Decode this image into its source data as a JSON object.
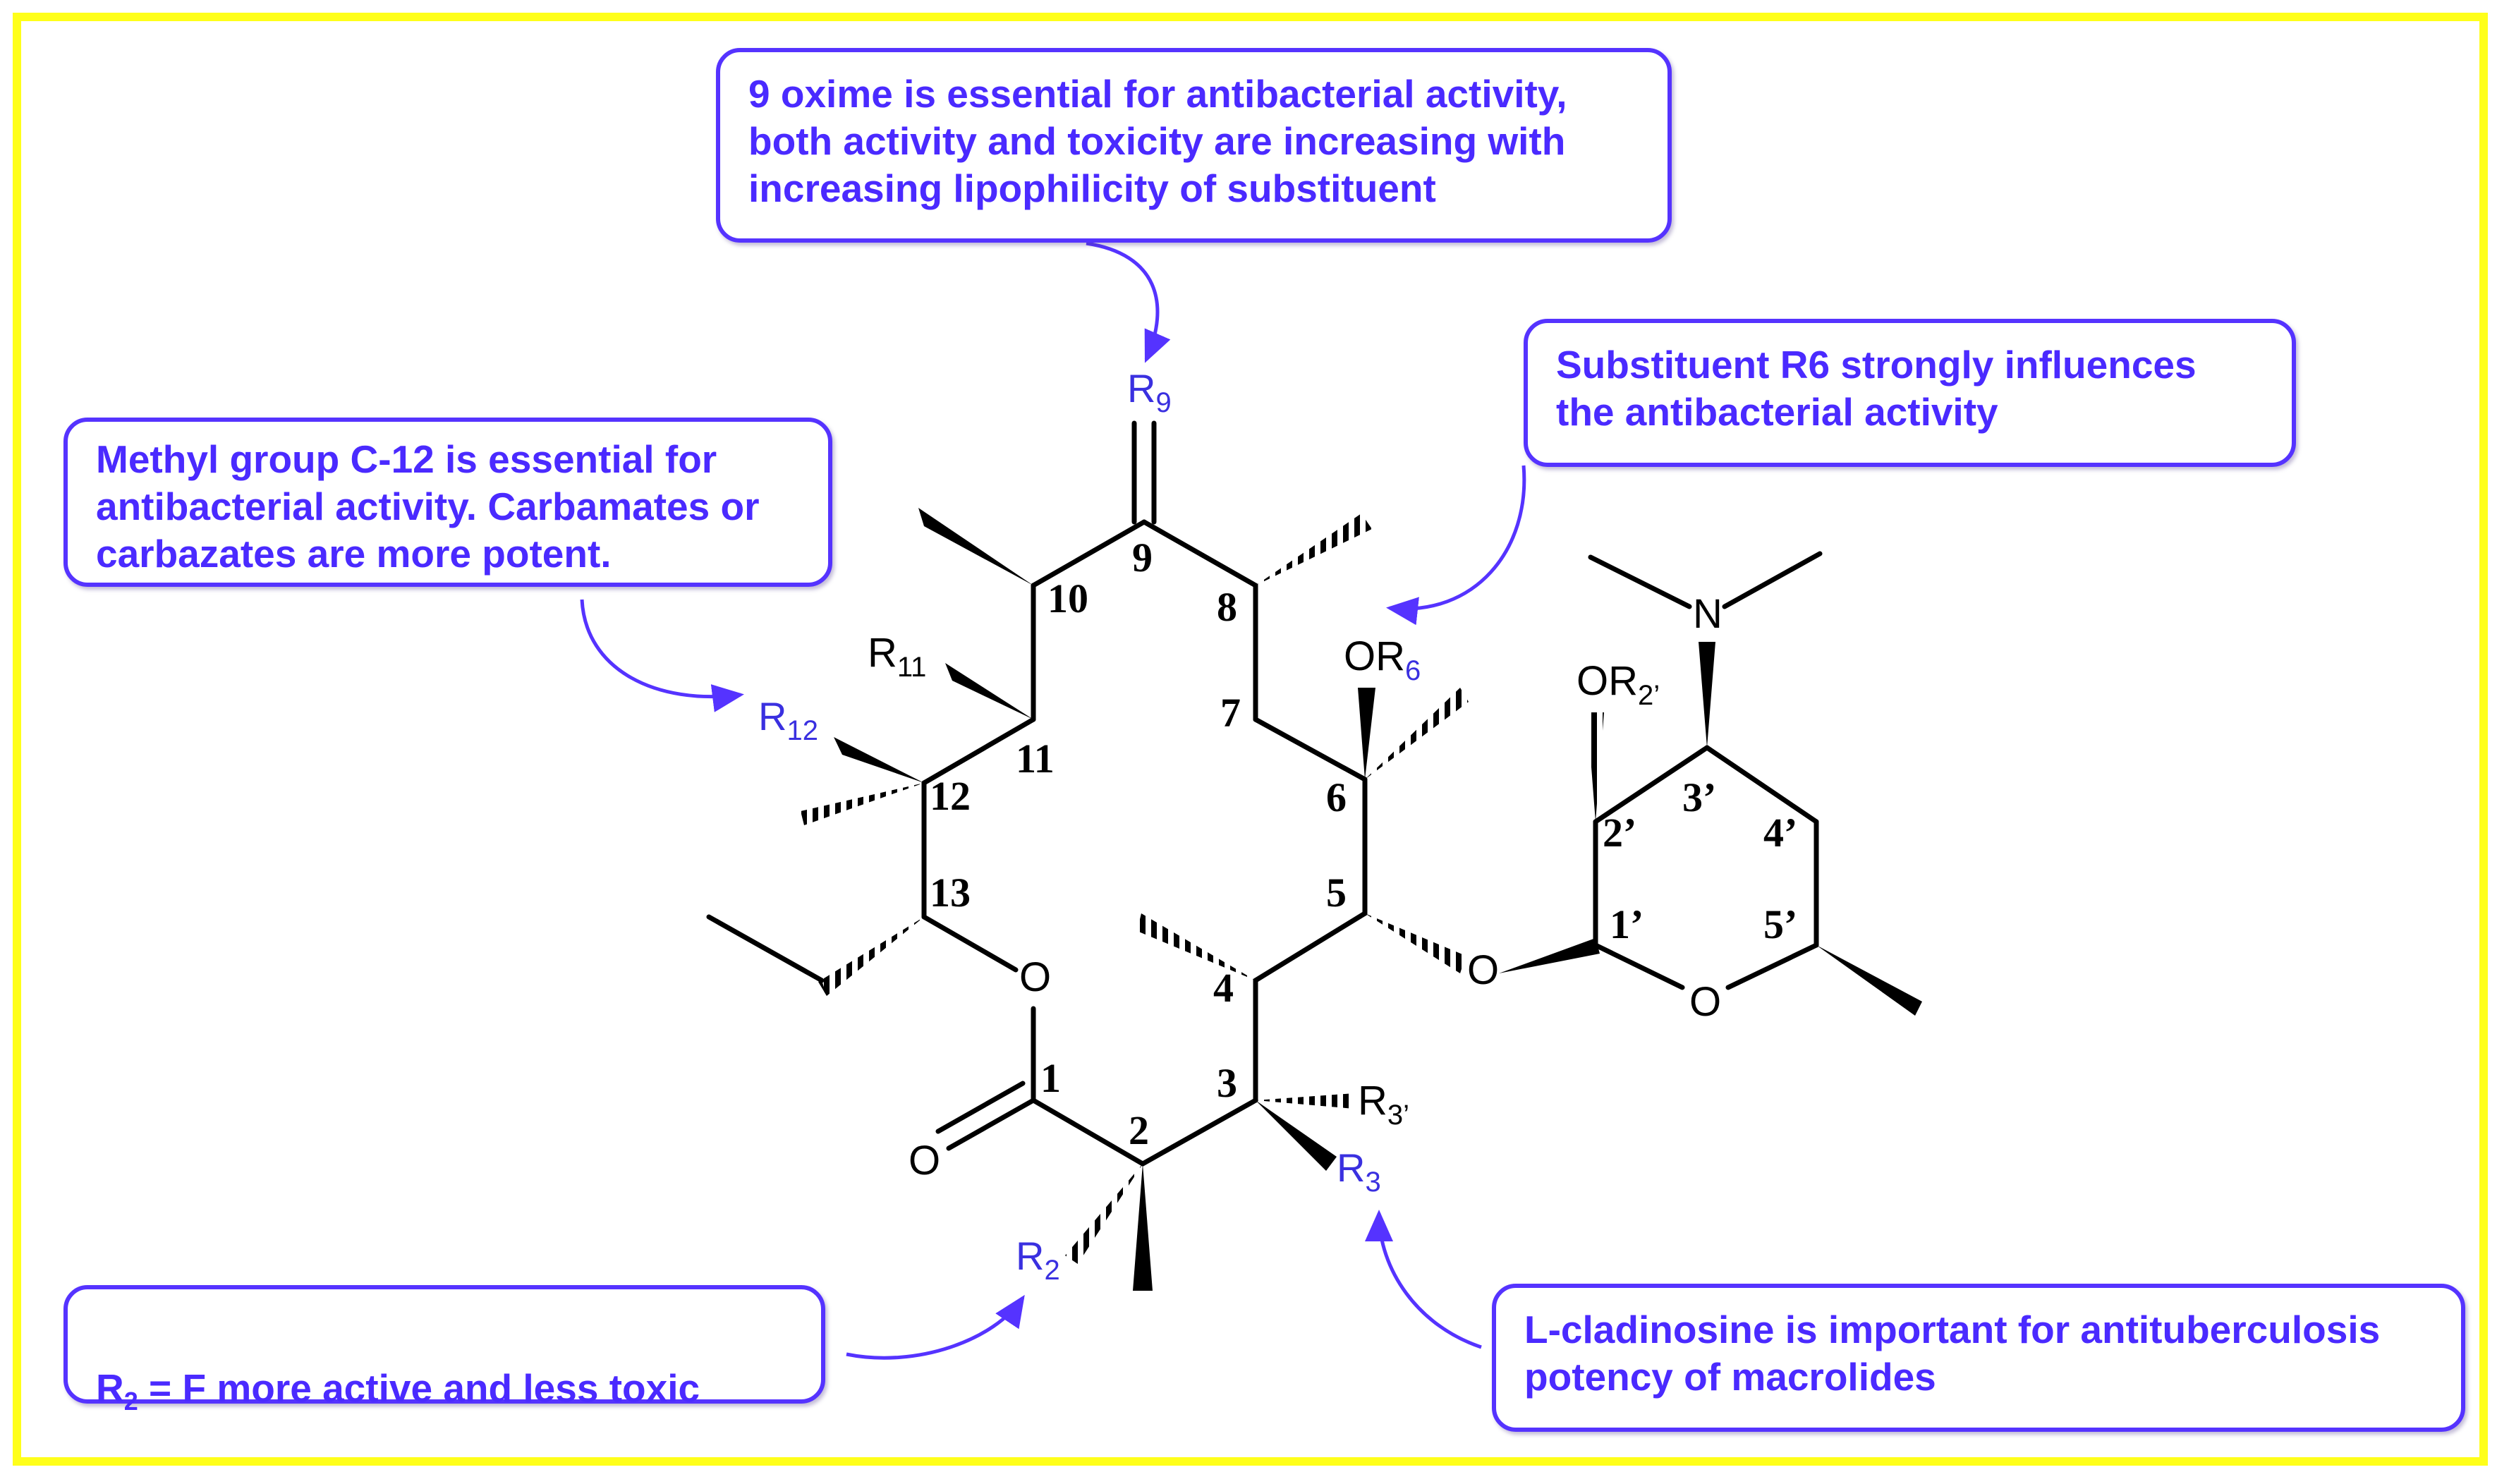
{
  "callouts": {
    "oxime": "9 oxime is essential for antibacterial activity,\nboth activity and toxicity are increasing with\nincreasing lipophilicity of substituent",
    "r6": "Substituent R6 strongly influences\nthe antibacterial activity",
    "c12": "Methyl group C-12 is essential for\nantibacterial activity. Carbamates or\ncarbazates are more potent.",
    "r2_prefix": "R",
    "r2_sub": "2",
    "r2_rest": " = F more active and less toxic",
    "cladinosine": "L-cladinosine is important for antituberculosis\npotency of macrolides"
  },
  "atom_numbers": {
    "n1": "1",
    "n2": "2",
    "n3": "3",
    "n4": "4",
    "n5": "5",
    "n6": "6",
    "n7": "7",
    "n8": "8",
    "n9": "9",
    "n10": "10",
    "n11": "11",
    "n12": "12",
    "n13": "13",
    "n1p": "1’",
    "n2p": "2’",
    "n3p": "3’",
    "n4p": "4’",
    "n5p": "5’"
  },
  "atoms": {
    "ring_oxygen": "O",
    "carbonyl_oxygen": "O",
    "glycosidic_oxygen": "O",
    "sugar_oxygen": "O",
    "nitrogen": "N",
    "or6_prefix": "OR",
    "or6_sub": "6",
    "or2p_prefix": "OR",
    "or2p_sub": "2’"
  },
  "substituents": {
    "r9": {
      "main": "R",
      "sub": "9"
    },
    "r11": {
      "main": "R",
      "sub": "11"
    },
    "r12": {
      "main": "R",
      "sub": "12"
    },
    "r2": {
      "main": "R",
      "sub": "2"
    },
    "r3": {
      "main": "R",
      "sub": "3"
    },
    "r3p": {
      "main": "R",
      "sub": "3’"
    }
  },
  "colors": {
    "frame": "#ffff1a",
    "callout_border": "#5533ff",
    "callout_text": "#4a2aff",
    "label_blue": "#3a30e0"
  }
}
